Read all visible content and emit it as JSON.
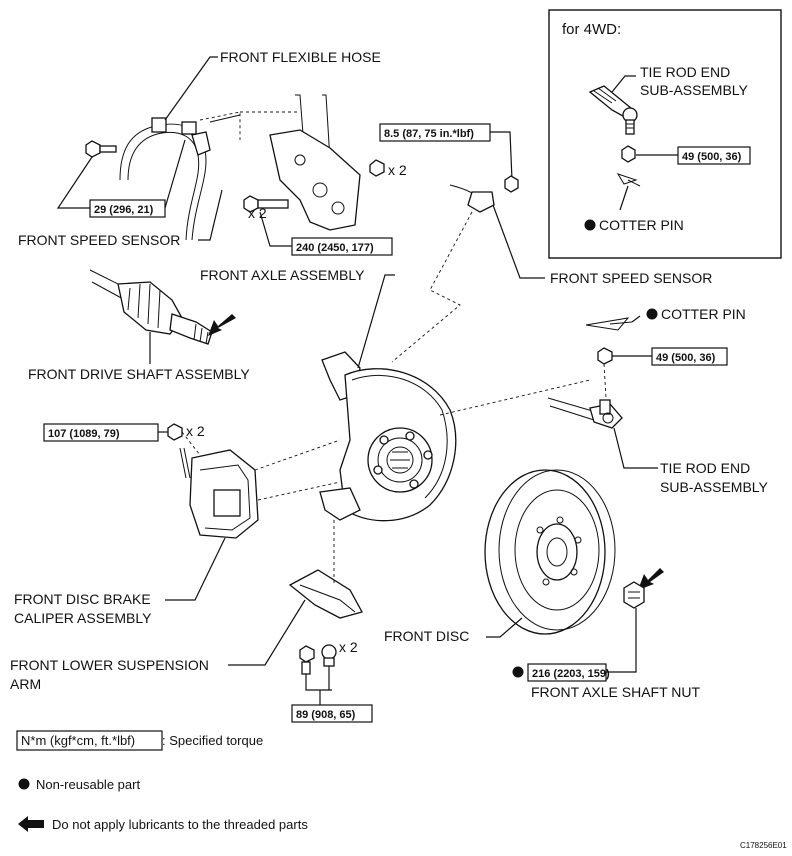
{
  "inset": {
    "title": "for 4WD:",
    "tie_rod": "TIE ROD END\nSUB-ASSEMBLY",
    "torque": "49 (500, 36)",
    "cotter_pin": "COTTER PIN"
  },
  "labels": {
    "front_flexible_hose": "FRONT FLEXIBLE HOSE",
    "front_speed_sensor_left": "FRONT SPEED SENSOR",
    "front_speed_sensor_right": "FRONT SPEED SENSOR",
    "front_axle_assembly": "FRONT AXLE ASSEMBLY",
    "front_drive_shaft": "FRONT DRIVE SHAFT ASSEMBLY",
    "cotter_pin": "COTTER PIN",
    "tie_rod_end": "TIE ROD END\nSUB-ASSEMBLY",
    "caliper": "FRONT DISC BRAKE\nCALIPER ASSEMBLY",
    "lower_arm": "FRONT LOWER SUSPENSION\nARM",
    "front_disc": "FRONT DISC",
    "axle_nut": "FRONT AXLE SHAFT NUT"
  },
  "torques": {
    "sensor_bolt": "29 (296, 21)",
    "bracket_bolt": "240 (2450, 177)",
    "sensor_right": "8.5 (87, 75 in.*lbf)",
    "tie_rod_nut": "49 (500, 36)",
    "caliper_bolt": "107 (1089, 79)",
    "arm_bolt": "89 (908, 65)",
    "axle_nut": "216 (2203, 159)"
  },
  "multipliers": {
    "nut_x2": "x 2",
    "bracket_x2": "x 2",
    "caliper_x2": "x 2",
    "arm_x2": "x 2"
  },
  "legend": {
    "torque_box": "N*m (kgf*cm, ft.*lbf)",
    "torque_text": ": Specified torque",
    "non_reusable": "Non-reusable part",
    "no_lubricant": "Do not apply lubricants to the threaded parts"
  },
  "figure_id": "C178256E01",
  "icons": {
    "non_reusable": "filled-circle-icon",
    "no_lubricant": "left-arrow-icon"
  }
}
